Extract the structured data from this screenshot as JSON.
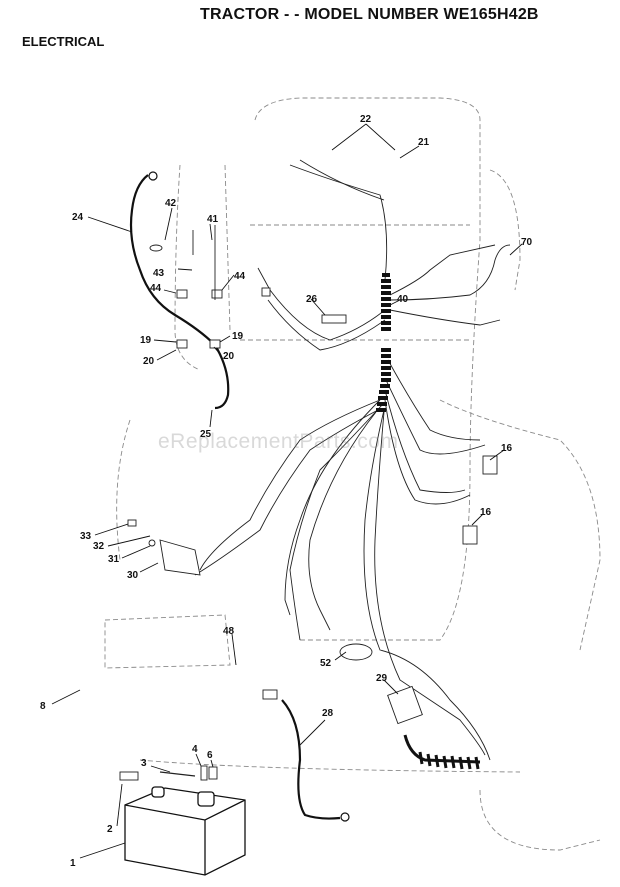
{
  "header": {
    "title": "TRACTOR - - MODEL NUMBER WE165H42B",
    "section": "ELECTRICAL"
  },
  "watermark": "eReplacementParts.com",
  "callouts": [
    {
      "id": "22",
      "part": "harness-connectors"
    },
    {
      "id": "21",
      "part": "connector"
    },
    {
      "id": "42",
      "part": "washer"
    },
    {
      "id": "41",
      "part": "stud"
    },
    {
      "id": "24",
      "part": "ground-cable"
    },
    {
      "id": "43",
      "part": "insulator"
    },
    {
      "id": "44",
      "part": "nut"
    },
    {
      "id": "44",
      "part": "nut"
    },
    {
      "id": "26",
      "part": "fuse-holder"
    },
    {
      "id": "40",
      "part": "harness-wrap"
    },
    {
      "id": "70",
      "part": "light-harness"
    },
    {
      "id": "19",
      "part": "washer"
    },
    {
      "id": "19",
      "part": "washer"
    },
    {
      "id": "20",
      "part": "nut"
    },
    {
      "id": "20",
      "part": "nut"
    },
    {
      "id": "25",
      "part": "ground-terminal"
    },
    {
      "id": "16",
      "part": "switch"
    },
    {
      "id": "16",
      "part": "switch"
    },
    {
      "id": "33",
      "part": "screw"
    },
    {
      "id": "32",
      "part": "bracket"
    },
    {
      "id": "31",
      "part": "washer"
    },
    {
      "id": "30",
      "part": "solenoid"
    },
    {
      "id": "48",
      "part": "battery-tray"
    },
    {
      "id": "52",
      "part": "clip"
    },
    {
      "id": "8",
      "part": "fastener"
    },
    {
      "id": "29",
      "part": "ignition-switch"
    },
    {
      "id": "28",
      "part": "battery-cable"
    },
    {
      "id": "4",
      "part": "boot"
    },
    {
      "id": "6",
      "part": "terminal-cover"
    },
    {
      "id": "3",
      "part": "bolt"
    },
    {
      "id": "2",
      "part": "bolt"
    },
    {
      "id": "1",
      "part": "battery"
    }
  ],
  "colors": {
    "ink": "#111111",
    "ghost": "#8a8a8a"
  }
}
